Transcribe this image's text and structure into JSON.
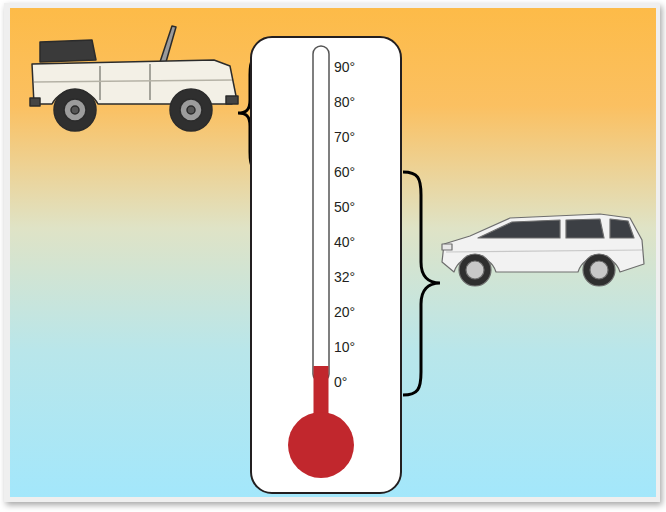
{
  "diagram": {
    "nodes": [
      {
        "text": [
          "90°",
          "80°",
          "70°",
          "60°",
          "50°",
          "40°",
          "32°",
          "20°",
          "10°",
          "0°"
        ]
      }
    ]
  }
}
